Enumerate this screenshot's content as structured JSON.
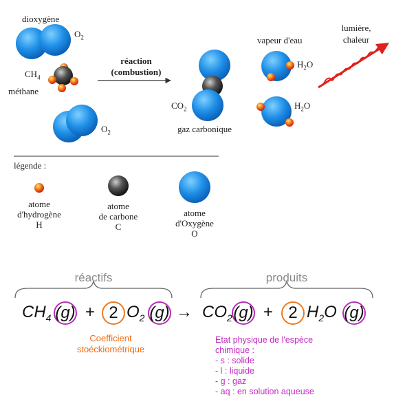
{
  "diagram": {
    "labels": {
      "dioxygene_top": "dioxygène",
      "o2_top": "O2",
      "ch4": "CH4",
      "methane": "méthane",
      "o2_bottom": "O2",
      "reaction_line1": "réaction",
      "reaction_line2": "(combustion)",
      "co2": "CO2",
      "gaz_carbonique": "gaz carbonique",
      "vapeur_eau": "vapeur d'eau",
      "h2o_top": "H2O",
      "h2o_bottom": "H2O",
      "lumiere_line1": "lumière,",
      "lumiere_line2": "chaleur"
    },
    "legend": {
      "title": "légende :",
      "items": [
        {
          "lines": [
            "atome",
            "d'hydrogène",
            "H"
          ],
          "color": "#e8401c"
        },
        {
          "lines": [
            "atome",
            "de carbone",
            "C"
          ],
          "color": "#3a3a3a"
        },
        {
          "lines": [
            "atome",
            "d'Oxygène",
            "O"
          ],
          "color": "#1f8fe8"
        }
      ]
    }
  },
  "equation": {
    "reactifs_label": "réactifs",
    "produits_label": "produits",
    "ch4": {
      "base": "CH",
      "sub": "4"
    },
    "o2": {
      "base": "O",
      "sub": "2"
    },
    "co2": {
      "base": "CO",
      "sub": "2"
    },
    "h2o": {
      "base": "H",
      "sub": "2",
      "tail": "O"
    },
    "state": "(g)",
    "coef": "2",
    "plus": "+",
    "arrow": "→"
  },
  "notes": {
    "coefficient": [
      "Coefficient",
      "stoéckiométrique"
    ],
    "etat_title": [
      "Etat physique de l'espèce",
      "chimique :"
    ],
    "etat_items": [
      "- s : solide",
      "- l : liquide",
      "- g : gaz",
      "- aq : en solution aqueuse"
    ]
  },
  "colors": {
    "oxygen": "#1f8fe8",
    "hydrogen": "#e8401c",
    "carbon": "#3a3a3a",
    "coefficient": "#ef7a1f",
    "state": "#b62fb9",
    "light_wave": "#e0201c"
  }
}
